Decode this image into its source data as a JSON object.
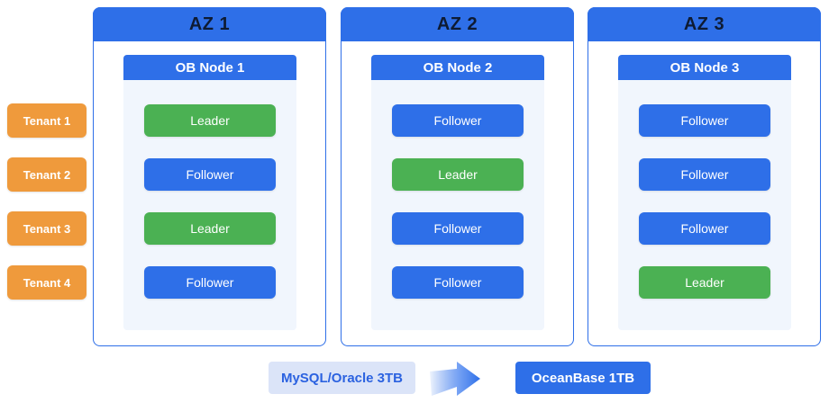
{
  "tenants": [
    {
      "label": "Tenant 1"
    },
    {
      "label": "Tenant 2"
    },
    {
      "label": "Tenant 3"
    },
    {
      "label": "Tenant 4"
    }
  ],
  "zones": [
    {
      "title": "AZ 1",
      "node_label": "OB Node 1",
      "replicas": [
        {
          "role": "Leader"
        },
        {
          "role": "Follower"
        },
        {
          "role": "Leader"
        },
        {
          "role": "Follower"
        }
      ]
    },
    {
      "title": "AZ 2",
      "node_label": "OB Node 2",
      "replicas": [
        {
          "role": "Follower"
        },
        {
          "role": "Leader"
        },
        {
          "role": "Follower"
        },
        {
          "role": "Follower"
        }
      ]
    },
    {
      "title": "AZ 3",
      "node_label": "OB Node 3",
      "replicas": [
        {
          "role": "Follower"
        },
        {
          "role": "Follower"
        },
        {
          "role": "Follower"
        },
        {
          "role": "Leader"
        }
      ]
    }
  ],
  "migration": {
    "source_label": "MySQL/Oracle 3TB",
    "target_label": "OceanBase 1TB",
    "arrow_icon": "right-arrow-icon"
  },
  "colors": {
    "blue": "#2e6fe8",
    "green": "#4bb153",
    "orange": "#ef9a3c",
    "panel": "#f1f6fd",
    "light-box": "#dbe4f8",
    "header-text": "#0e1b33",
    "src-text": "#2b62e0"
  }
}
